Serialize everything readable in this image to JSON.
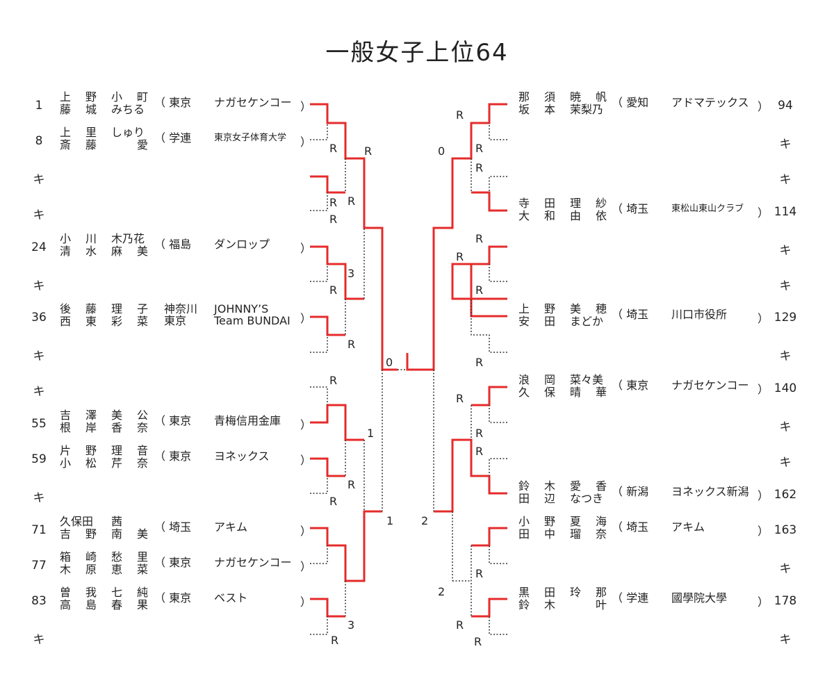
{
  "title": "一般女子上位64",
  "left_entries": [
    {
      "seed": "1",
      "p1": [
        "上",
        "野",
        "小",
        "町"
      ],
      "p2": [
        "藤",
        "城",
        "みちる"
      ],
      "pref": [
        "東京"
      ],
      "team": [
        "ナガセケンコー"
      ],
      "small": false
    },
    {
      "seed": "8",
      "p1": [
        "上",
        "里",
        "しゅり"
      ],
      "p2": [
        "斎",
        "藤",
        "",
        "愛"
      ],
      "pref": [
        "学連"
      ],
      "team": [
        "東京女子体育大学"
      ],
      "small": true
    },
    {
      "seed": "キ"
    },
    {
      "seed": "キ"
    },
    {
      "seed": "24",
      "p1": [
        "小",
        "川",
        "木乃花"
      ],
      "p2": [
        "清",
        "水",
        "麻",
        "美"
      ],
      "pref": [
        "福島"
      ],
      "team": [
        "ダンロップ"
      ],
      "small": false
    },
    {
      "seed": "キ"
    },
    {
      "seed": "36",
      "p1": [
        "後",
        "藤",
        "理",
        "子"
      ],
      "p2": [
        "西",
        "東",
        "彩",
        "菜"
      ],
      "pref": [
        "神奈川",
        "東京"
      ],
      "team": [
        "JOHNNY’S",
        "Team BUNDAI"
      ],
      "small": false
    },
    {
      "seed": "キ"
    },
    {
      "seed": "キ"
    },
    {
      "seed": "55",
      "p1": [
        "吉",
        "澤",
        "美",
        "公"
      ],
      "p2": [
        "根",
        "岸",
        "香",
        "奈"
      ],
      "pref": [
        "東京"
      ],
      "team": [
        "青梅信用金庫"
      ],
      "small": false
    },
    {
      "seed": "59",
      "p1": [
        "片",
        "野",
        "理",
        "音"
      ],
      "p2": [
        "小",
        "松",
        "芹",
        "奈"
      ],
      "pref": [
        "東京"
      ],
      "team": [
        "ヨネックス"
      ],
      "small": false
    },
    {
      "seed": "キ"
    },
    {
      "seed": "71",
      "p1": [
        "久保田",
        "",
        "茜"
      ],
      "p2": [
        "吉",
        "野",
        "南",
        "美"
      ],
      "pref": [
        "埼玉"
      ],
      "team": [
        "アキム"
      ],
      "small": false
    },
    {
      "seed": "77",
      "p1": [
        "箱",
        "崎",
        "愁",
        "里"
      ],
      "p2": [
        "木",
        "原",
        "恵",
        "菜"
      ],
      "pref": [
        "東京"
      ],
      "team": [
        "ナガセケンコー"
      ],
      "small": false
    },
    {
      "seed": "83",
      "p1": [
        "曽",
        "我",
        "七",
        "純"
      ],
      "p2": [
        "高",
        "島",
        "春",
        "果"
      ],
      "pref": [
        "東京"
      ],
      "team": [
        "ベスト"
      ],
      "small": false
    },
    {
      "seed": "キ"
    }
  ],
  "right_entries": [
    {
      "seed": "94",
      "p1": [
        "那",
        "須",
        "暁",
        "帆"
      ],
      "p2": [
        "坂",
        "本",
        "茉梨乃"
      ],
      "pref": [
        "愛知"
      ],
      "team": [
        "アドマテックス"
      ],
      "small": false
    },
    {
      "seed": "キ"
    },
    {
      "seed": "キ"
    },
    {
      "seed": "114",
      "p1": [
        "寺",
        "田",
        "理",
        "紗"
      ],
      "p2": [
        "大",
        "和",
        "由",
        "依"
      ],
      "pref": [
        "埼玉"
      ],
      "team": [
        "東松山東山クラブ"
      ],
      "small": true
    },
    {
      "seed": "キ"
    },
    {
      "seed": "キ"
    },
    {
      "seed": "129",
      "p1": [
        "上",
        "野",
        "美",
        "穂"
      ],
      "p2": [
        "安",
        "田",
        "まどか"
      ],
      "pref": [
        "埼玉"
      ],
      "team": [
        "川口市役所"
      ],
      "small": false
    },
    {
      "seed": "キ"
    },
    {
      "seed": "140",
      "p1": [
        "浪",
        "岡",
        "菜々美"
      ],
      "p2": [
        "久",
        "保",
        "晴",
        "華"
      ],
      "pref": [
        "東京"
      ],
      "team": [
        "ナガセケンコー"
      ],
      "small": false
    },
    {
      "seed": "キ"
    },
    {
      "seed": "キ"
    },
    {
      "seed": "162",
      "p1": [
        "鈴",
        "木",
        "愛",
        "香"
      ],
      "p2": [
        "田",
        "辺",
        "なつき"
      ],
      "pref": [
        "新潟"
      ],
      "team": [
        "ヨネックス新潟"
      ],
      "small": false
    },
    {
      "seed": "163",
      "p1": [
        "小",
        "野",
        "夏",
        "海"
      ],
      "p2": [
        "田",
        "中",
        "瑠",
        "奈"
      ],
      "pref": [
        "埼玉"
      ],
      "team": [
        "アキム"
      ],
      "small": false
    },
    {
      "seed": "キ"
    },
    {
      "seed": "178",
      "p1": [
        "黒",
        "田",
        "玲",
        "那"
      ],
      "p2": [
        "鈴",
        "木",
        "",
        "叶"
      ],
      "pref": [
        "学連"
      ],
      "team": [
        "國學院大學"
      ],
      "small": false
    },
    {
      "seed": "キ"
    }
  ],
  "score_labels": [
    {
      "side": "L",
      "text": "R"
    },
    {
      "side": "L",
      "text": "R"
    },
    {
      "side": "L",
      "text": "R"
    },
    {
      "side": "L",
      "text": "R"
    },
    {
      "side": "L",
      "text": "R"
    },
    {
      "side": "L",
      "text": "3"
    },
    {
      "side": "L",
      "text": "R"
    },
    {
      "side": "L",
      "text": "R"
    },
    {
      "side": "L",
      "text": "1"
    },
    {
      "side": "L",
      "text": "R"
    },
    {
      "side": "L",
      "text": "R"
    },
    {
      "side": "L",
      "text": "R"
    },
    {
      "side": "L",
      "text": "3"
    },
    {
      "side": "L",
      "text": "R"
    },
    {
      "side": "L",
      "text": "1"
    },
    {
      "side": "L",
      "text": "0"
    },
    {
      "side": "R",
      "text": "R"
    },
    {
      "side": "R",
      "text": "R"
    },
    {
      "side": "R",
      "text": "0"
    },
    {
      "side": "R",
      "text": "R"
    },
    {
      "side": "R",
      "text": "R"
    },
    {
      "side": "R",
      "text": "R"
    },
    {
      "side": "R",
      "text": "R"
    },
    {
      "side": "R",
      "text": "R"
    },
    {
      "side": "R",
      "text": "R"
    },
    {
      "side": "R",
      "text": "R"
    },
    {
      "side": "R",
      "text": "R"
    },
    {
      "side": "R",
      "text": "2"
    },
    {
      "side": "R",
      "text": "R"
    },
    {
      "side": "R",
      "text": "R"
    },
    {
      "side": "R",
      "text": "2"
    },
    {
      "side": "R",
      "text": "R"
    }
  ],
  "colors": {
    "winner_line": "#e52b2b",
    "bye_line": "#333333"
  }
}
